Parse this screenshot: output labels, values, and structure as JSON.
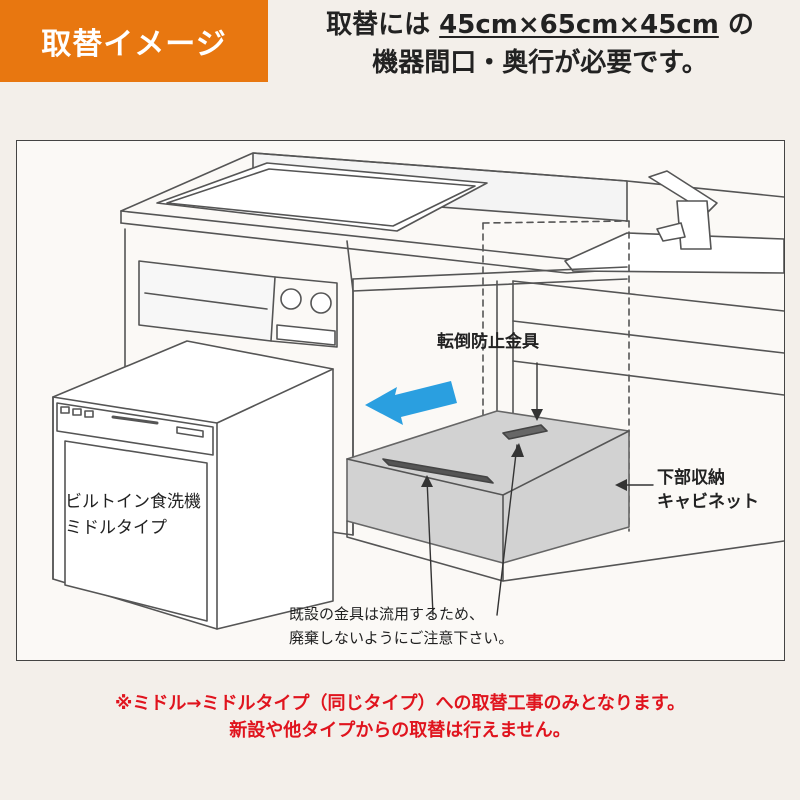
{
  "header": {
    "badge": "取替イメージ",
    "req_pre": "取替には",
    "req_dims": "45cm×65cm×45cm",
    "req_post": "の",
    "req_line2": "機器間口・奥行が必要です。"
  },
  "labels": {
    "anti_tip": "転倒防止金具",
    "cabinet_l1": "下部収納",
    "cabinet_l2": "キャビネット",
    "dishwasher_l1": "ビルトイン食洗機",
    "dishwasher_l2": "ミドルタイプ",
    "note_l1": "既設の金具は流用するため、",
    "note_l2": "廃棄しないようにご注意下さい。"
  },
  "warning": {
    "line1": "※ミドル→ミドルタイプ（同じタイプ）への取替工事のみとなります。",
    "line2": "新設や他タイプからの取替は行えません。"
  },
  "colors": {
    "badge": "#e87710",
    "warning": "#e0141e",
    "arrow": "#2a9fe0",
    "bracket_plate": "#cfcfcf"
  }
}
